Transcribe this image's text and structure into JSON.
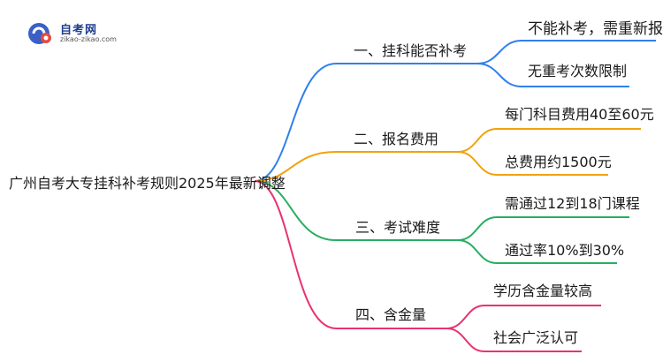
{
  "logo": {
    "title": "自考网",
    "subtitle": "zikao-zikao.com"
  },
  "mindmap": {
    "root": "广州自考大专挂科补考规则2025年最新调整",
    "branches": [
      {
        "label": "一、挂科能否补考",
        "color": "#2f80ed",
        "leaves": [
          "不能补考，需重新报名",
          "无重考次数限制"
        ]
      },
      {
        "label": "二、报名费用",
        "color": "#f2a20c",
        "leaves": [
          "每门科目费用40至60元",
          "总费用约1500元"
        ]
      },
      {
        "label": "三、考试难度",
        "color": "#27ae60",
        "leaves": [
          "需通过12到18门课程",
          "通过率10%到30%"
        ]
      },
      {
        "label": "四、含金量",
        "color": "#e8336d",
        "leaves": [
          "学历含金量较高",
          "社会广泛认可"
        ]
      }
    ]
  }
}
